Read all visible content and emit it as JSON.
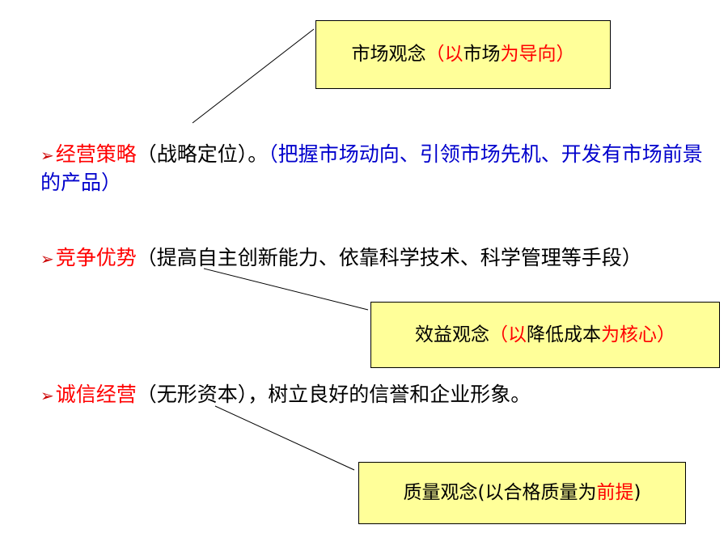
{
  "colors": {
    "callout_fill": "#ffff99",
    "emphasis": "#ff0000",
    "note": "#0000cc",
    "bullet_arrow": "#cc0000"
  },
  "bullet_icon": "arrow-bullet-icon",
  "bullet_glyph": "➢",
  "callouts": {
    "market": {
      "part1": "市场观念",
      "part2": "（以",
      "part3": "市场",
      "part4": "为导向）"
    },
    "benefit": {
      "part1": "效益观念",
      "part2": "（以",
      "part3": "降低成本",
      "part4": "为核心）"
    },
    "quality": {
      "part1": "质量观念(以合格质量为",
      "part2": "前提",
      "part3": ")"
    }
  },
  "points": {
    "strategy": {
      "title": "经营策略",
      "detail": "（战略定位）。",
      "note": "（把握市场动向、引领市场先机、开发有市场前景的产品）"
    },
    "advantage": {
      "title": "竞争优势",
      "detail": "（提高自主创新能力、依靠科学技术、科学管理等手段）"
    },
    "integrity": {
      "title": "诚信经营",
      "detail": "（无形资本），树立良好的信誉和企业形象。"
    }
  }
}
